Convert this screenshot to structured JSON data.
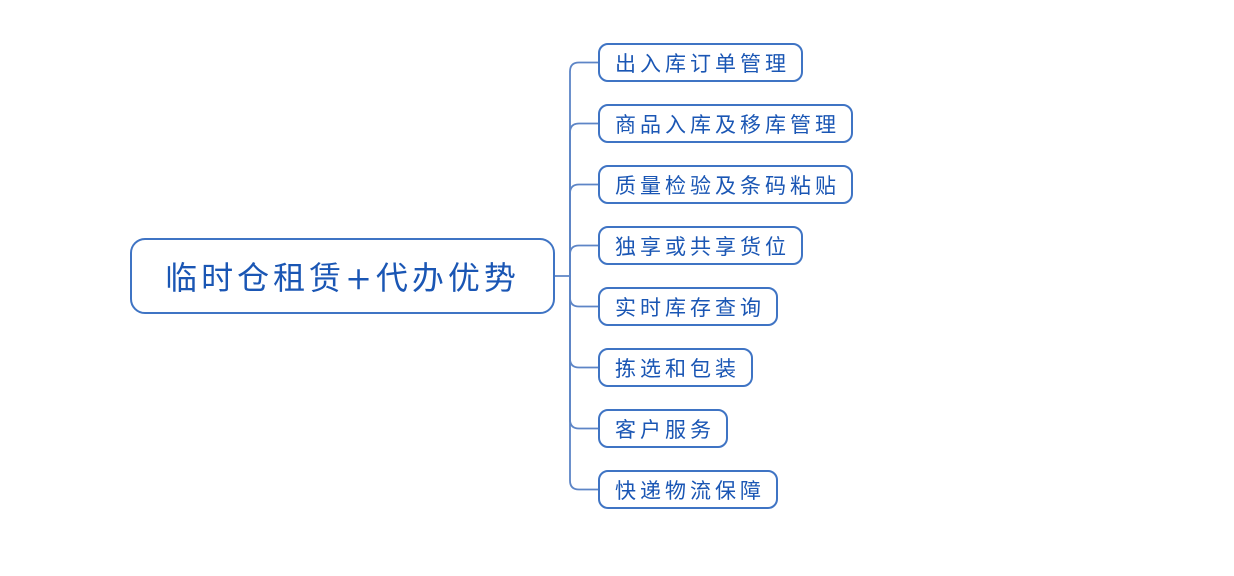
{
  "mindmap": {
    "root": {
      "label": "临时仓租赁+代办优势"
    },
    "children": [
      {
        "label": "出入库订单管理"
      },
      {
        "label": "商品入库及移库管理"
      },
      {
        "label": "质量检验及条码粘贴"
      },
      {
        "label": "独享或共享货位"
      },
      {
        "label": "实时库存查询"
      },
      {
        "label": "拣选和包装"
      },
      {
        "label": "客户服务"
      },
      {
        "label": "快递物流保障"
      }
    ],
    "colors": {
      "node_border": "#3F74C4",
      "connector": "#5D85C6",
      "text": "#1A56B4",
      "background": "#FFFFFF"
    }
  }
}
